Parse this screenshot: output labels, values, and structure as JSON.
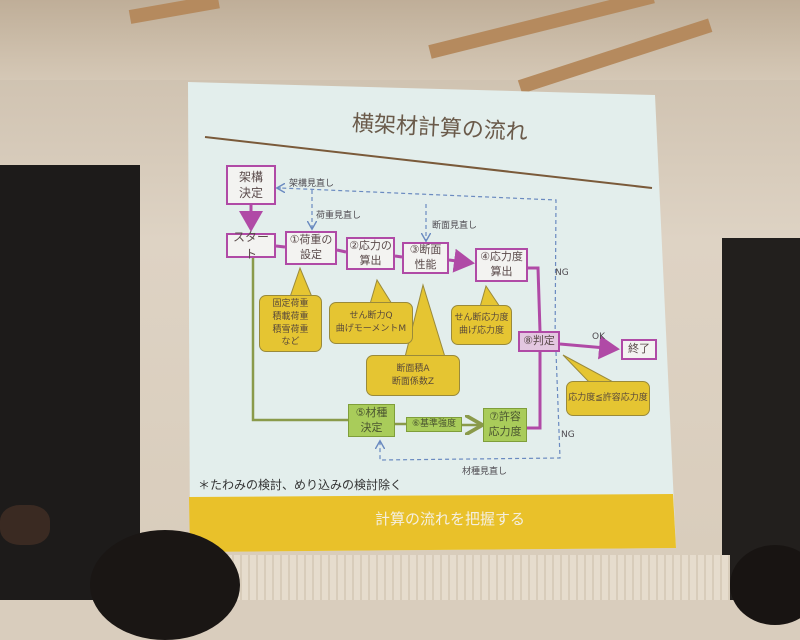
{
  "slide": {
    "title": "横架材計算の流れ",
    "boxes": {
      "frame_decision": "架構\n決定",
      "start": "スタート",
      "load_setting": "①荷重の\n設定",
      "stress_calc": "②応力の\n算出",
      "section_perf": "③断面\n性能",
      "stress_intensity": "④応力度\n算出",
      "material_decision": "⑤材種\n決定",
      "base_strength": "⑥基準強度",
      "allowable_stress": "⑦許容\n応力度",
      "judgement": "⑧判定",
      "end": "終了"
    },
    "callouts": {
      "loads": "固定荷重\n積載荷重\n積雪荷重\nなど",
      "forces": "せん断力Q\n曲げモーメントM",
      "section": "断面積A\n断面係数Z",
      "stresses": "せん断応力度\n曲げ応力度",
      "criterion": "応力度≦許容応力度"
    },
    "labels": {
      "frame_review": "架構見直し",
      "load_review": "荷重見直し",
      "section_review": "断面見直し",
      "ng_top": "NG",
      "ok": "OK",
      "ng_bottom": "NG",
      "material_review": "材種見直し"
    },
    "note": "＊たわみの検討、めり込みの検討除く",
    "footer": "計算の流れを把握する"
  },
  "colors": {
    "box_border": "#b04aa6",
    "callout": "#e5c532",
    "green": "#a9cc5a",
    "footer_bar": "#e9c12a",
    "dashed": "#6a8ac0"
  }
}
